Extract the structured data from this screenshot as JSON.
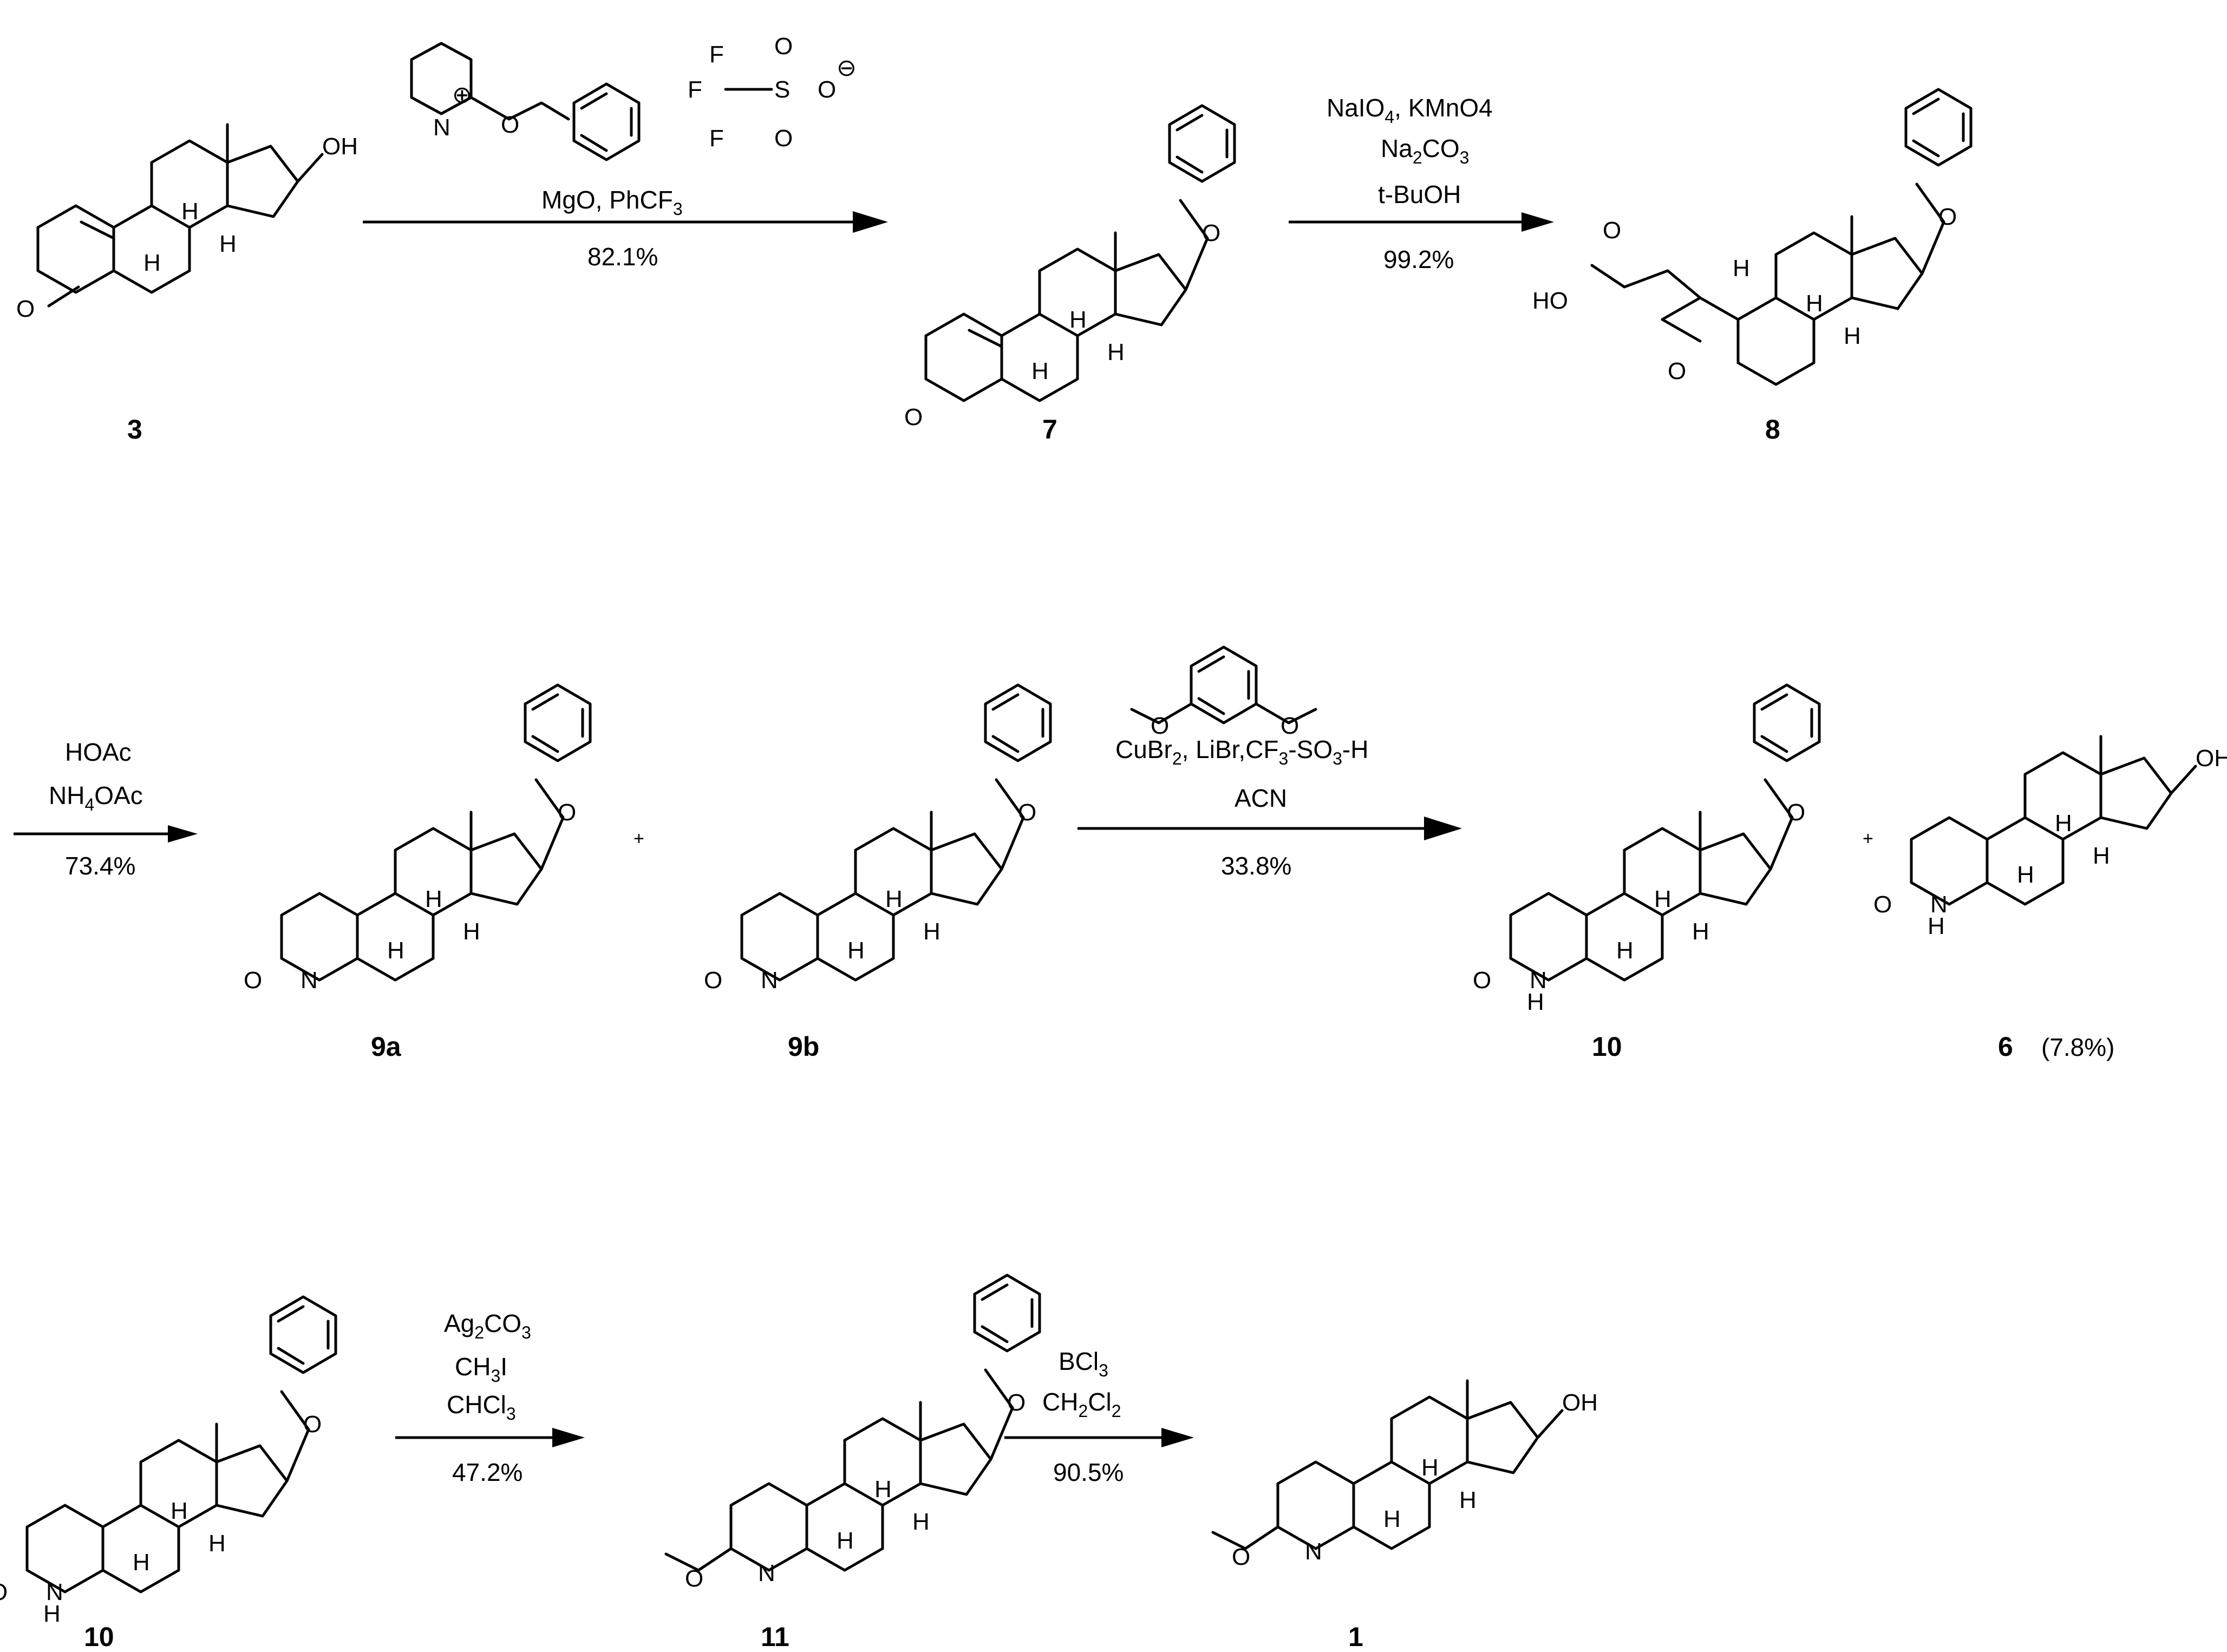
{
  "compounds": {
    "c3": {
      "label": "3"
    },
    "c7": {
      "label": "7"
    },
    "c8": {
      "label": "8"
    },
    "c9a": {
      "label": "9a"
    },
    "c9b": {
      "label": "9b"
    },
    "c10": {
      "label": "10"
    },
    "c6": {
      "label": "6",
      "yield": "(7.8%)"
    },
    "c10b": {
      "label": "10"
    },
    "c11": {
      "label": "11"
    },
    "c1": {
      "label": "1"
    }
  },
  "atoms": {
    "oh": "OH",
    "o": "O",
    "h": "H",
    "n": "N",
    "ho": "HO",
    "hn": "H",
    "f": "F",
    "s": "S",
    "charge_plus": "⊕",
    "charge_minus": "⊖",
    "plus_sign": "+"
  },
  "steps": {
    "s1": {
      "conditions": [
        "MgO, PhCF",
        "3"
      ],
      "yield": "82.1%"
    },
    "s2": {
      "line1a": "NaIO",
      "line1b": "4",
      "line1c": ", KMnO4",
      "line2a": "Na",
      "line2b": "2",
      "line2c": "CO",
      "line2d": "3",
      "line3": "t-BuOH",
      "yield": "99.2%"
    },
    "s3": {
      "line1": "HOAc",
      "line2a": "NH",
      "line2b": "4",
      "line2c": "OAc",
      "yield": "73.4%"
    },
    "s4": {
      "line1a": "CuBr",
      "line1b": "2",
      "line1c": ", LiBr,CF",
      "line1d": "3",
      "line1e": "-SO",
      "line1f": "3",
      "line1g": "-H",
      "line2": "ACN",
      "yield": "33.8%"
    },
    "s5": {
      "line1a": "Ag",
      "line1b": "2",
      "line1c": "CO",
      "line1d": "3",
      "line2a": "CH",
      "line2b": "3",
      "line2c": "I",
      "line3a": "CHCl",
      "line3b": "3",
      "yield": "47.2%"
    },
    "s6": {
      "line1a": "BCl",
      "line1b": "3",
      "line2a": "CH",
      "line2b": "2",
      "line2c": "Cl",
      "line2d": "2",
      "yield": "90.5%"
    }
  }
}
